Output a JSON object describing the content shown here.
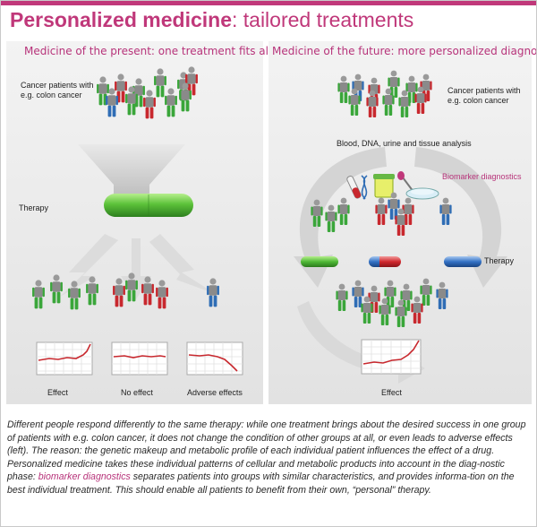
{
  "header": {
    "title_bold": "Personalized medicine",
    "title_rest": ": tailored treatments"
  },
  "left_panel": {
    "title": "Medicine of the present: one treatment fits all",
    "patients_label_line1": "Cancer patients with",
    "patients_label_line2": "e.g. colon cancer",
    "therapy_label": "Therapy",
    "outcomes": [
      "Effect",
      "No effect",
      "Adverse effects"
    ]
  },
  "right_panel": {
    "title": "Medicine of the future: more personalized diagnostics",
    "patients_label_line1": "Cancer patients with",
    "patients_label_line2": "e.g. colon cancer",
    "analysis_label": "Blood, DNA, urine and tissue analysis",
    "biomarker_label": "Biomarker diagnostics",
    "therapy_label": "Therapy",
    "outcome": "Effect"
  },
  "caption": {
    "part1": "Different people respond differently to the same therapy: while one treatment brings about the desired success in one group of patients with e.g. colon cancer, it does not change the condition of other groups at all, or even leads to adverse effects (left). The reason: the genetic makeup and metabolic profile of each individual patient influences the effect of a drug. Personalized medicine takes these individual patterns of cellular and metabolic products into account in the diag-nostic phase: ",
    "highlight": "biomarker diagnostics",
    "part2": " separates patients into groups with similar characteristics, and provides informa-tion on the best individual treatment. This should enable all patients to benefit from their own, “personal” therapy."
  },
  "colors": {
    "accent": "#c0387a",
    "green": "#3aa63a",
    "red": "#c8282e",
    "blue": "#2f6db5",
    "gray_body": "#8a8a8a"
  }
}
